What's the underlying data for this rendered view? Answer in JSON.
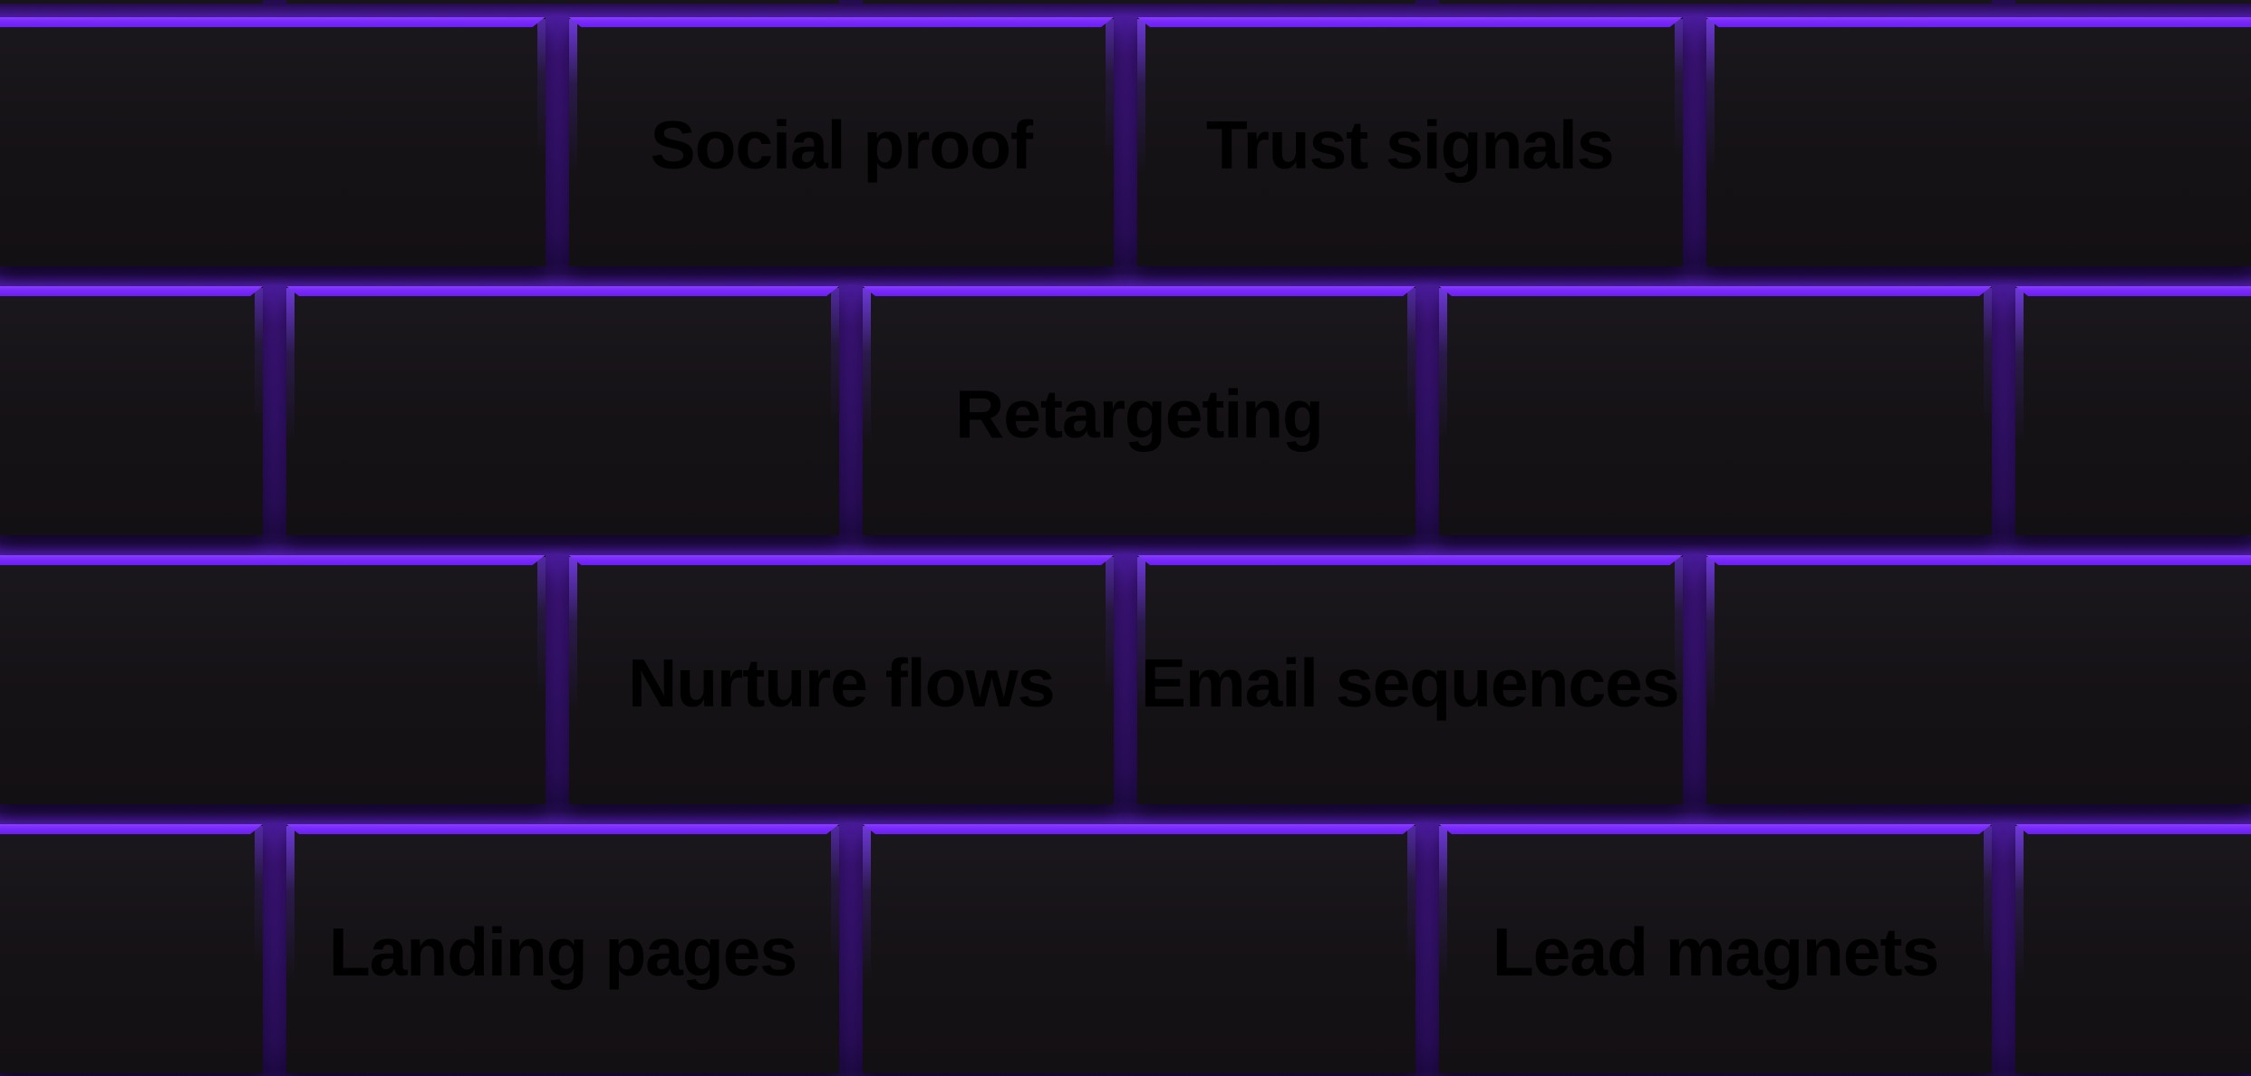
{
  "graphic": {
    "type": "brick-wall",
    "colors": {
      "mortar": "#2e1062",
      "mortar_glow": "#4b1c9e",
      "bevel_highlight": "#7b2cfa",
      "brick_body": "#151216",
      "label_gradient_start": "#e2dff1",
      "label_gradient_end": "#a793e5"
    }
  },
  "wall": {
    "rows": [
      {
        "type": "sliver",
        "bricks": [
          {
            "label": ""
          },
          {
            "label": ""
          },
          {
            "label": ""
          },
          {
            "label": ""
          },
          {
            "label": ""
          }
        ]
      },
      {
        "type": "aligned",
        "bricks": [
          {
            "label": ""
          },
          {
            "label": "Social proof"
          },
          {
            "label": "Trust signals"
          },
          {
            "label": ""
          }
        ]
      },
      {
        "type": "offset",
        "bricks": [
          {
            "label": ""
          },
          {
            "label": ""
          },
          {
            "label": "Retargeting"
          },
          {
            "label": ""
          },
          {
            "label": ""
          }
        ]
      },
      {
        "type": "aligned",
        "bricks": [
          {
            "label": ""
          },
          {
            "label": "Nurture flows"
          },
          {
            "label": "Email sequences"
          },
          {
            "label": ""
          }
        ]
      },
      {
        "type": "offset",
        "bricks": [
          {
            "label": ""
          },
          {
            "label": "Landing pages"
          },
          {
            "label": ""
          },
          {
            "label": "Lead magnets"
          },
          {
            "label": ""
          }
        ]
      }
    ]
  }
}
